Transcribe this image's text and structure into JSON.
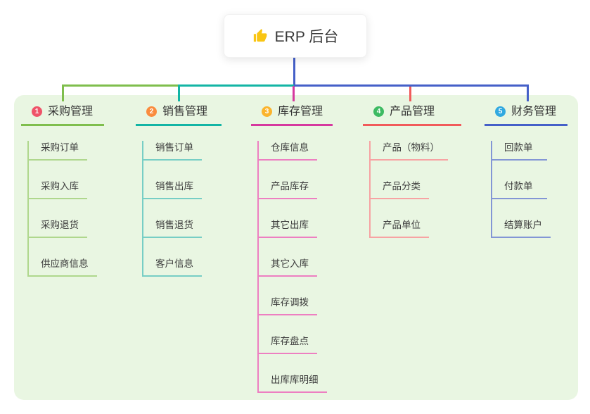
{
  "page": {
    "background": "#FFFFFF",
    "panel_color": "#E9F6E2",
    "text_color": "#333333",
    "root_line_color": "#4560C8"
  },
  "root": {
    "title": "ERP 后台",
    "icon": "thumbs-up-icon",
    "icon_color": "#F9C513"
  },
  "branches": [
    {
      "number": "1",
      "label": "采购管理",
      "badge_color": "#EF5369",
      "line_color": "#7FBE4D",
      "child_line_color": "#AFD78D",
      "children": [
        "采购订单",
        "采购入库",
        "采购退货",
        "供应商信息"
      ]
    },
    {
      "number": "2",
      "label": "销售管理",
      "badge_color": "#FA8C3E",
      "line_color": "#13B5A5",
      "child_line_color": "#77CEC5",
      "children": [
        "销售订单",
        "销售出库",
        "销售退货",
        "客户信息"
      ]
    },
    {
      "number": "3",
      "label": "库存管理",
      "badge_color": "#FBB42D",
      "line_color": "#D6399F",
      "child_line_color": "#ED7FC1",
      "children": [
        "仓库信息",
        "产品库存",
        "其它出库",
        "其它入库",
        "库存调拨",
        "库存盘点",
        "出库库明细"
      ]
    },
    {
      "number": "4",
      "label": "产品管理",
      "badge_color": "#3DBA62",
      "line_color": "#F15B5B",
      "child_line_color": "#F7A3A3",
      "children": [
        "产品（物料）",
        "产品分类",
        "产品单位"
      ]
    },
    {
      "number": "5",
      "label": "财务管理",
      "badge_color": "#31A9E0",
      "line_color": "#4560C8",
      "child_line_color": "#8396D5",
      "children": [
        "回款单",
        "付款单",
        "结算账户"
      ]
    }
  ]
}
